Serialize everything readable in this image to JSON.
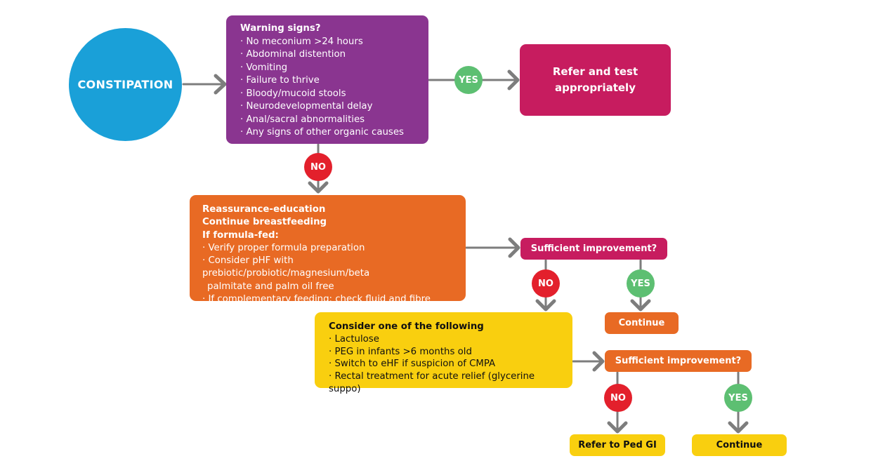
{
  "start": {
    "label": "CONSTIPATION"
  },
  "warning": {
    "title": "Warning signs?",
    "items": [
      "· No meconium >24 hours",
      "· Abdominal distention",
      "· Vomiting",
      "· Failure to thrive",
      "· Bloody/mucoid stools",
      "· Neurodevelopmental delay",
      "· Anal/sacral abnormalities",
      "· Any signs of other organic causes"
    ]
  },
  "refer_box": {
    "line1": "Refer and test",
    "line2": "appropriately"
  },
  "labels": {
    "yes": "YES",
    "no": "NO"
  },
  "reassurance": {
    "line1": "Reassurance-education",
    "line2": "Continue breastfeeding",
    "line3": "If formula-fed:",
    "item1": "· Verify proper formula preparation",
    "item2a": "· Consider pHF with prebiotic/probiotic/magnesium/beta",
    "item2b": "palmitate and palm oil free",
    "item3": "· If complementary feeding: check fluid and fibre intake"
  },
  "sufficient_1": "Sufficient improvement?",
  "continue_1": "Continue",
  "consider": {
    "title": "Consider one of the following",
    "items": [
      "· Lactulose",
      "· PEG in infants >6 months old",
      "· Switch to eHF if suspicion of CMPA",
      "· Rectal treatment for acute relief (glycerine suppo)"
    ]
  },
  "sufficient_2": "Sufficient improvement?",
  "refer_ped_gi": "Refer to Ped GI",
  "continue_2": "Continue",
  "colors": {
    "start": "#1aa0d8",
    "warning": "#8a3590",
    "refer": "#c71c5f",
    "orange": "#e86a24",
    "yellow": "#f9cf0f",
    "yes": "#5dbf72",
    "no": "#e3202c",
    "arrow": "#7d7d7d"
  }
}
